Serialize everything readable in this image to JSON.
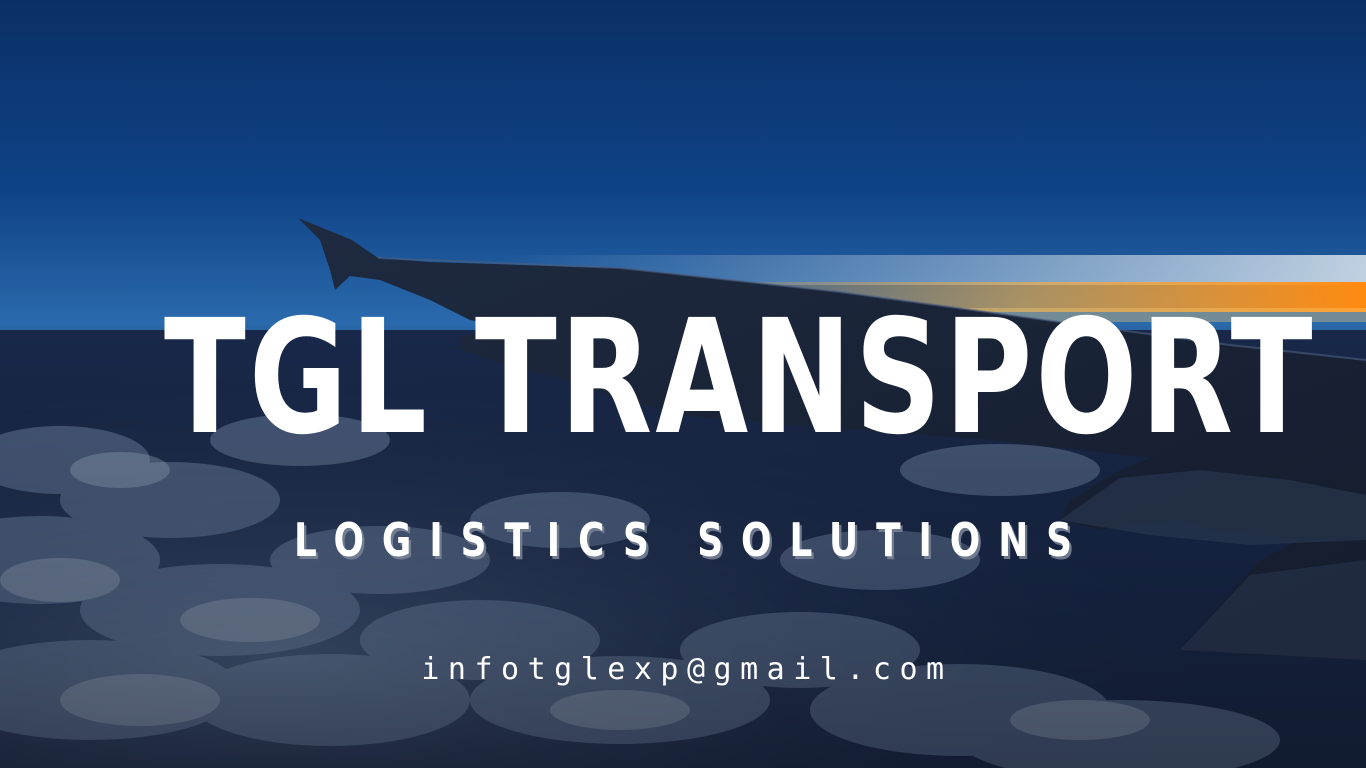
{
  "banner": {
    "headline": "TGL TRANSPORT",
    "subheadline": "LOGISTICS SOLUTIONS",
    "contact_email": "infotglexp@gmail.com"
  },
  "background": {
    "scene": "airplane-wing-above-clouds-at-sunset-image",
    "colors": {
      "sky_top": "#0b3a78",
      "sky_mid": "#1f5a9a",
      "horizon_glow": "#ff9a1f",
      "wing": "#1b2436",
      "cloud_light": "#8a9cb8",
      "cloud_dark": "#1a2846"
    }
  }
}
